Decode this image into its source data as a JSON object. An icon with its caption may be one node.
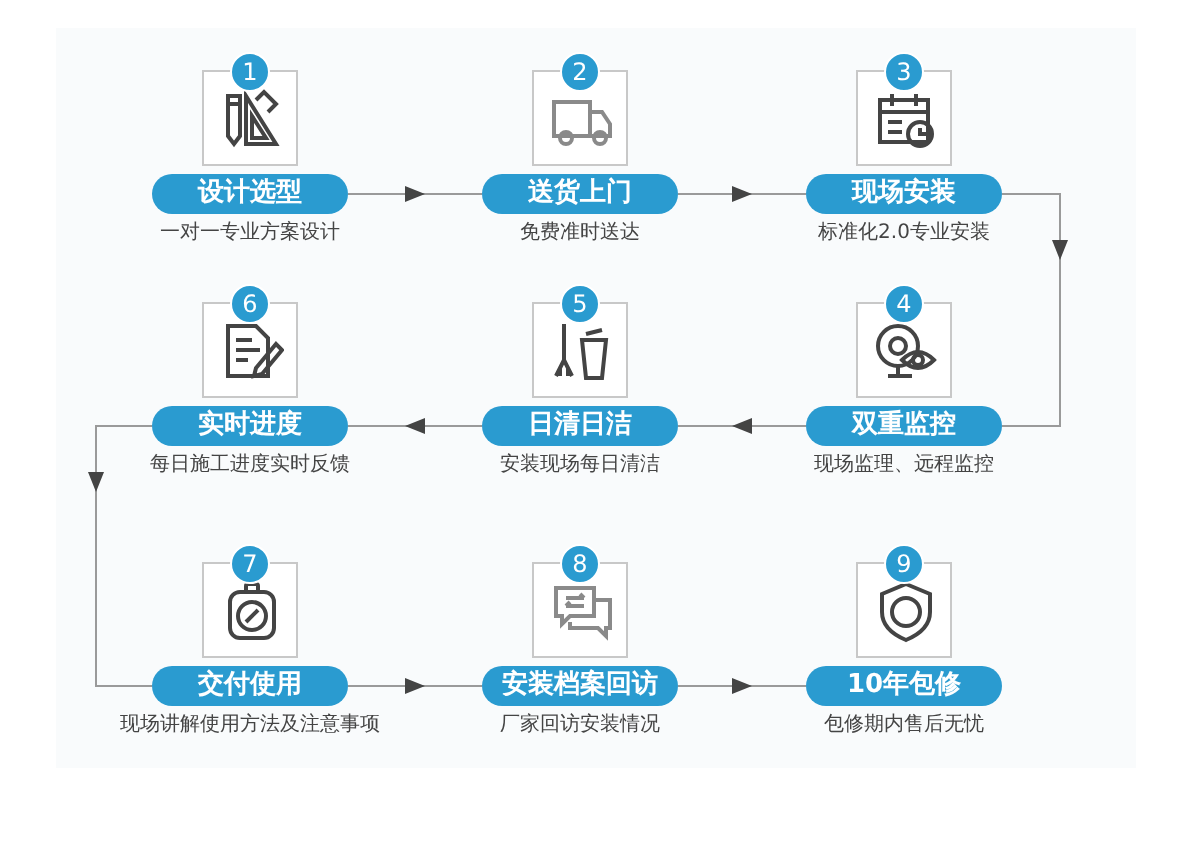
{
  "diagram": {
    "nodes": [
      {
        "text": [
          "1",
          "设计选型"
        ],
        "beside": [
          "一对一专业方案设计"
        ]
      },
      {
        "text": [
          "2",
          "送货上门"
        ],
        "beside": [
          "免费准时送达"
        ]
      },
      {
        "text": [
          "3",
          "现场安装"
        ],
        "beside": [
          "标准化2.0专业安装"
        ]
      },
      {
        "text": [
          "4",
          "双重监控"
        ],
        "beside": [
          "现场监理、远程监控"
        ]
      },
      {
        "text": [
          "5",
          "日清日洁"
        ],
        "beside": [
          "安装现场每日清洁"
        ]
      },
      {
        "text": [
          "6",
          "实时进度"
        ],
        "beside": [
          "每日施工进度实时反馈"
        ]
      },
      {
        "text": [
          "7",
          "交付使用"
        ],
        "beside": [
          "现场讲解使用方法及注意事项"
        ]
      },
      {
        "text": [
          "8",
          "安装档案回访"
        ],
        "beside": [
          "厂家回访安装情况"
        ]
      },
      {
        "text": [
          "9",
          "10年包修"
        ],
        "beside": [
          "包修期内售后无忧"
        ]
      }
    ],
    "edges": [
      {
        "from": 0,
        "to": 1,
        "arrow": "to"
      },
      {
        "from": 1,
        "to": 2,
        "arrow": "to"
      },
      {
        "from": 2,
        "to": 3,
        "arrow": "to"
      },
      {
        "from": 3,
        "to": 4,
        "arrow": "to"
      },
      {
        "from": 4,
        "to": 5,
        "arrow": "to"
      },
      {
        "from": 5,
        "to": 6,
        "arrow": "to"
      },
      {
        "from": 6,
        "to": 7,
        "arrow": "to"
      },
      {
        "from": 7,
        "to": 8,
        "arrow": "to"
      }
    ]
  }
}
